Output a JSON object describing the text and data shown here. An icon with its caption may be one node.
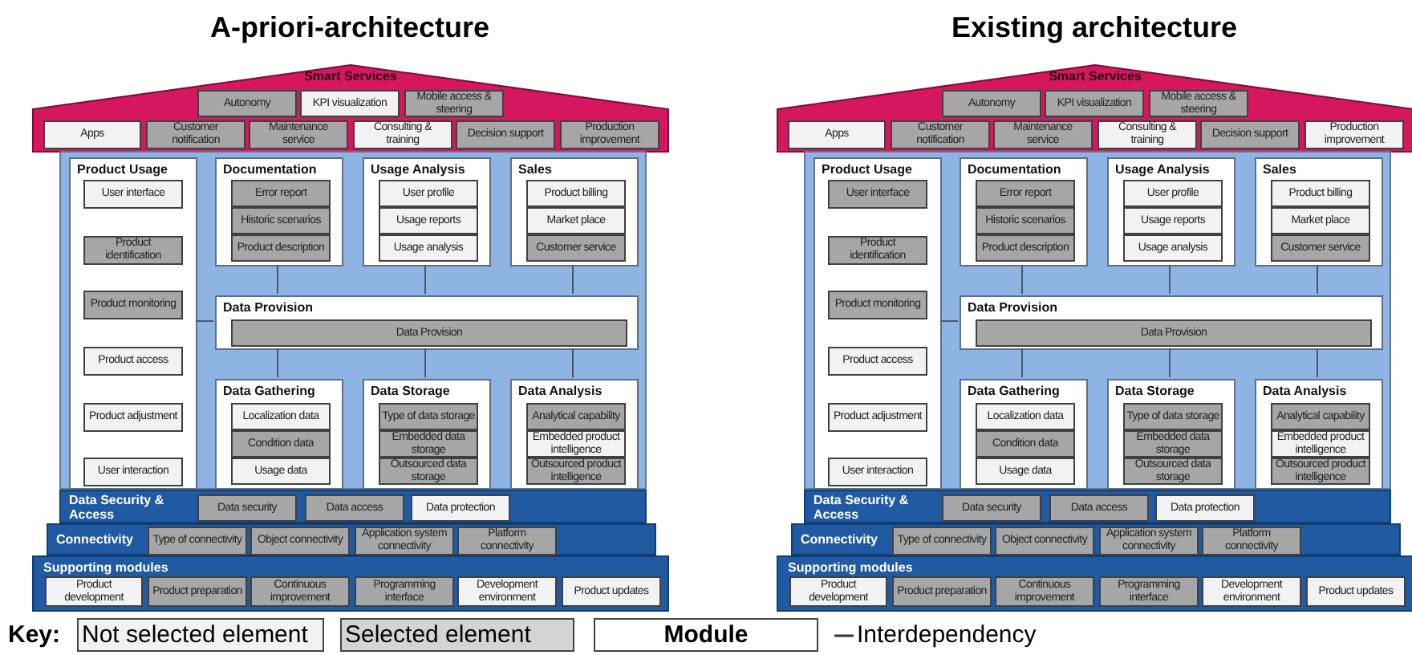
{
  "diagram": {
    "nodes": [
      {
        "text": [
          "Smart Services"
        ]
      },
      {
        "text": [
          "Autonomy"
        ],
        "in": 0
      },
      {
        "text": [
          "KPI visualization"
        ],
        "in": 0
      },
      {
        "text": [
          "Mobile access & steering"
        ],
        "in": 0
      },
      {
        "text": [
          "Apps"
        ],
        "in": 0
      },
      {
        "text": [
          "Customer notification"
        ],
        "in": 0
      },
      {
        "text": [
          "Maintenance service"
        ],
        "in": 0
      },
      {
        "text": [
          "Consulting & training"
        ],
        "in": 0
      },
      {
        "text": [
          "Decision support"
        ],
        "in": 0
      },
      {
        "text": [
          "Production improvement"
        ],
        "in": 0
      },
      {
        "text": [],
        "shape": "box"
      },
      {
        "text": [
          "Product Usage"
        ],
        "in": 10
      },
      {
        "text": [
          "User interface"
        ],
        "in": 11
      },
      {
        "text": [
          "Product identification"
        ],
        "in": 11
      },
      {
        "text": [
          "Product monitoring"
        ],
        "in": 11
      },
      {
        "text": [
          "Product access"
        ],
        "in": 11
      },
      {
        "text": [
          "Product adjustment"
        ],
        "in": 11
      },
      {
        "text": [
          "User interaction"
        ],
        "in": 11
      },
      {
        "text": [
          "Documentation"
        ],
        "in": 10
      },
      {
        "text": [
          "Error report"
        ],
        "in": 18
      },
      {
        "text": [
          "Historic scenarios"
        ],
        "in": 18
      },
      {
        "text": [
          "Product description"
        ],
        "in": 18
      },
      {
        "text": [
          "Usage Analysis"
        ],
        "in": 10
      },
      {
        "text": [
          "User profile"
        ],
        "in": 22
      },
      {
        "text": [
          "Usage reports"
        ],
        "in": 22
      },
      {
        "text": [
          "Usage analysis"
        ],
        "in": 22
      },
      {
        "text": [
          "Sales"
        ],
        "in": 10
      },
      {
        "text": [
          "Product billing"
        ],
        "in": 26
      },
      {
        "text": [
          "Market place"
        ],
        "in": 26
      },
      {
        "text": [
          "Customer service"
        ],
        "in": 26
      },
      {
        "text": [
          "Data Provision"
        ],
        "in": 10
      },
      {
        "text": [
          "Data Provision"
        ],
        "in": 30
      },
      {
        "text": [
          "Data Gathering"
        ],
        "in": 10
      },
      {
        "text": [
          "Localization data"
        ],
        "in": 32
      },
      {
        "text": [
          "Condition data"
        ],
        "in": 32
      },
      {
        "text": [
          "Usage data"
        ],
        "in": 32
      },
      {
        "text": [
          "Data Storage"
        ],
        "in": 10
      },
      {
        "text": [
          "Type of data storage"
        ],
        "in": 36
      },
      {
        "text": [
          "Embedded data storage"
        ],
        "in": 36
      },
      {
        "text": [
          "Outsourced data storage"
        ],
        "in": 36
      },
      {
        "text": [
          "Data Analysis"
        ],
        "in": 10
      },
      {
        "text": [
          "Analytical capability"
        ],
        "in": 40
      },
      {
        "text": [
          "Embedded product intelligence"
        ],
        "in": 40
      },
      {
        "text": [
          "Outsourced product intelligence"
        ],
        "in": 40
      },
      {
        "text": [
          "Data Security & Access"
        ]
      },
      {
        "text": [
          "Data security"
        ],
        "in": 44
      },
      {
        "text": [
          "Data access"
        ],
        "in": 44
      },
      {
        "text": [
          "Data protection"
        ],
        "in": 44
      },
      {
        "text": [
          "Connectivity"
        ]
      },
      {
        "text": [
          "Type of connectivity"
        ],
        "in": 48
      },
      {
        "text": [
          "Object connectivity"
        ],
        "in": 48
      },
      {
        "text": [
          "Application system connectivity"
        ],
        "in": 48
      },
      {
        "text": [
          "Platform connectivity"
        ],
        "in": 48
      },
      {
        "text": [
          "Supporting modules"
        ]
      },
      {
        "text": [
          "Product development"
        ],
        "in": 53
      },
      {
        "text": [
          "Product preparation"
        ],
        "in": 53
      },
      {
        "text": [
          "Continuous improvement"
        ],
        "in": 53
      },
      {
        "text": [
          "Programming interface"
        ],
        "in": 53
      },
      {
        "text": [
          "Development environment"
        ],
        "in": 53
      },
      {
        "text": [
          "Product updates"
        ],
        "in": 53
      },
      {
        "text": [
          "Smart Services"
        ]
      },
      {
        "text": [
          "Autonomy"
        ],
        "in": 60
      },
      {
        "text": [
          "KPI visualization"
        ],
        "in": 60
      },
      {
        "text": [
          "Mobile access & steering"
        ],
        "in": 60
      },
      {
        "text": [
          "Apps"
        ],
        "in": 60
      },
      {
        "text": [
          "Customer notification"
        ],
        "in": 60
      },
      {
        "text": [
          "Maintenance service"
        ],
        "in": 60
      },
      {
        "text": [
          "Consulting & training"
        ],
        "in": 60
      },
      {
        "text": [
          "Decision support"
        ],
        "in": 60
      },
      {
        "text": [
          "Production improvement"
        ],
        "in": 60
      },
      {
        "text": [],
        "shape": "box"
      },
      {
        "text": [
          "Product Usage"
        ],
        "in": 70
      },
      {
        "text": [
          "User interface"
        ],
        "in": 71
      },
      {
        "text": [
          "Product identification"
        ],
        "in": 71
      },
      {
        "text": [
          "Product monitoring"
        ],
        "in": 71
      },
      {
        "text": [
          "Product access"
        ],
        "in": 71
      },
      {
        "text": [
          "Product adjustment"
        ],
        "in": 71
      },
      {
        "text": [
          "User interaction"
        ],
        "in": 71
      },
      {
        "text": [
          "Documentation"
        ],
        "in": 70
      },
      {
        "text": [
          "Error report"
        ],
        "in": 78
      },
      {
        "text": [
          "Historic scenarios"
        ],
        "in": 78
      },
      {
        "text": [
          "Product description"
        ],
        "in": 78
      },
      {
        "text": [
          "Usage Analysis"
        ],
        "in": 70
      },
      {
        "text": [
          "User profile"
        ],
        "in": 82
      },
      {
        "text": [
          "Usage reports"
        ],
        "in": 82
      },
      {
        "text": [
          "Usage analysis"
        ],
        "in": 82
      },
      {
        "text": [
          "Sales"
        ],
        "in": 70
      },
      {
        "text": [
          "Product billing"
        ],
        "in": 86
      },
      {
        "text": [
          "Market place"
        ],
        "in": 86
      },
      {
        "text": [
          "Customer service"
        ],
        "in": 86
      },
      {
        "text": [
          "Data Provision"
        ],
        "in": 70
      },
      {
        "text": [
          "Data Provision"
        ],
        "in": 90
      },
      {
        "text": [
          "Data Gathering"
        ],
        "in": 70
      },
      {
        "text": [
          "Localization data"
        ],
        "in": 92
      },
      {
        "text": [
          "Condition data"
        ],
        "in": 92
      },
      {
        "text": [
          "Usage data"
        ],
        "in": 92
      },
      {
        "text": [
          "Data Storage"
        ],
        "in": 70
      },
      {
        "text": [
          "Type of data storage"
        ],
        "in": 96
      },
      {
        "text": [
          "Embedded data storage"
        ],
        "in": 96
      },
      {
        "text": [
          "Outsourced data storage"
        ],
        "in": 96
      },
      {
        "text": [
          "Data Analysis"
        ],
        "in": 70
      },
      {
        "text": [
          "Analytical capability"
        ],
        "in": 100
      },
      {
        "text": [
          "Embedded product intelligence"
        ],
        "in": 100
      },
      {
        "text": [
          "Outsourced product intelligence"
        ],
        "in": 100
      },
      {
        "text": [
          "Data Security & Access"
        ]
      },
      {
        "text": [
          "Data security"
        ],
        "in": 104
      },
      {
        "text": [
          "Data access"
        ],
        "in": 104
      },
      {
        "text": [
          "Data protection"
        ],
        "in": 104
      },
      {
        "text": [
          "Connectivity"
        ]
      },
      {
        "text": [
          "Type of connectivity"
        ],
        "in": 108
      },
      {
        "text": [
          "Object connectivity"
        ],
        "in": 108
      },
      {
        "text": [
          "Application system connectivity"
        ],
        "in": 108
      },
      {
        "text": [
          "Platform connectivity"
        ],
        "in": 108
      },
      {
        "text": [
          "Supporting modules"
        ]
      },
      {
        "text": [
          "Product development"
        ],
        "in": 113
      },
      {
        "text": [
          "Product preparation"
        ],
        "in": 113
      },
      {
        "text": [
          "Continuous improvement"
        ],
        "in": 113
      },
      {
        "text": [
          "Programming interface"
        ],
        "in": 113
      },
      {
        "text": [
          "Development environment"
        ],
        "in": 113
      },
      {
        "text": [
          "Product updates"
        ],
        "in": 113
      }
    ],
    "edges": [
      {
        "from": 18,
        "to": 30,
        "arrow": "none"
      },
      {
        "from": 22,
        "to": 30,
        "arrow": "none"
      },
      {
        "from": 26,
        "to": 30,
        "arrow": "none"
      },
      {
        "from": 11,
        "to": 30,
        "arrow": "none"
      },
      {
        "from": 30,
        "to": 32,
        "arrow": "none"
      },
      {
        "from": 30,
        "to": 36,
        "arrow": "none"
      },
      {
        "from": 30,
        "to": 40,
        "arrow": "none"
      },
      {
        "from": 78,
        "to": 90,
        "arrow": "none"
      },
      {
        "from": 82,
        "to": 90,
        "arrow": "none"
      },
      {
        "from": 86,
        "to": 90,
        "arrow": "none"
      },
      {
        "from": 71,
        "to": 90,
        "arrow": "none"
      },
      {
        "from": 90,
        "to": 92,
        "arrow": "none"
      },
      {
        "from": 90,
        "to": 96,
        "arrow": "none"
      },
      {
        "from": 90,
        "to": 100,
        "arrow": "none"
      }
    ],
    "labels": [
      "A-priori-architecture",
      "Existing architecture",
      "Key:"
    ],
    "legend": [
      {
        "text": "Not selected element",
        "color": "#f2f2f2"
      },
      {
        "text": "Selected element",
        "color": "#d4d4d4"
      },
      {
        "text": "Module"
      },
      {
        "text": "Interdependency"
      }
    ]
  }
}
